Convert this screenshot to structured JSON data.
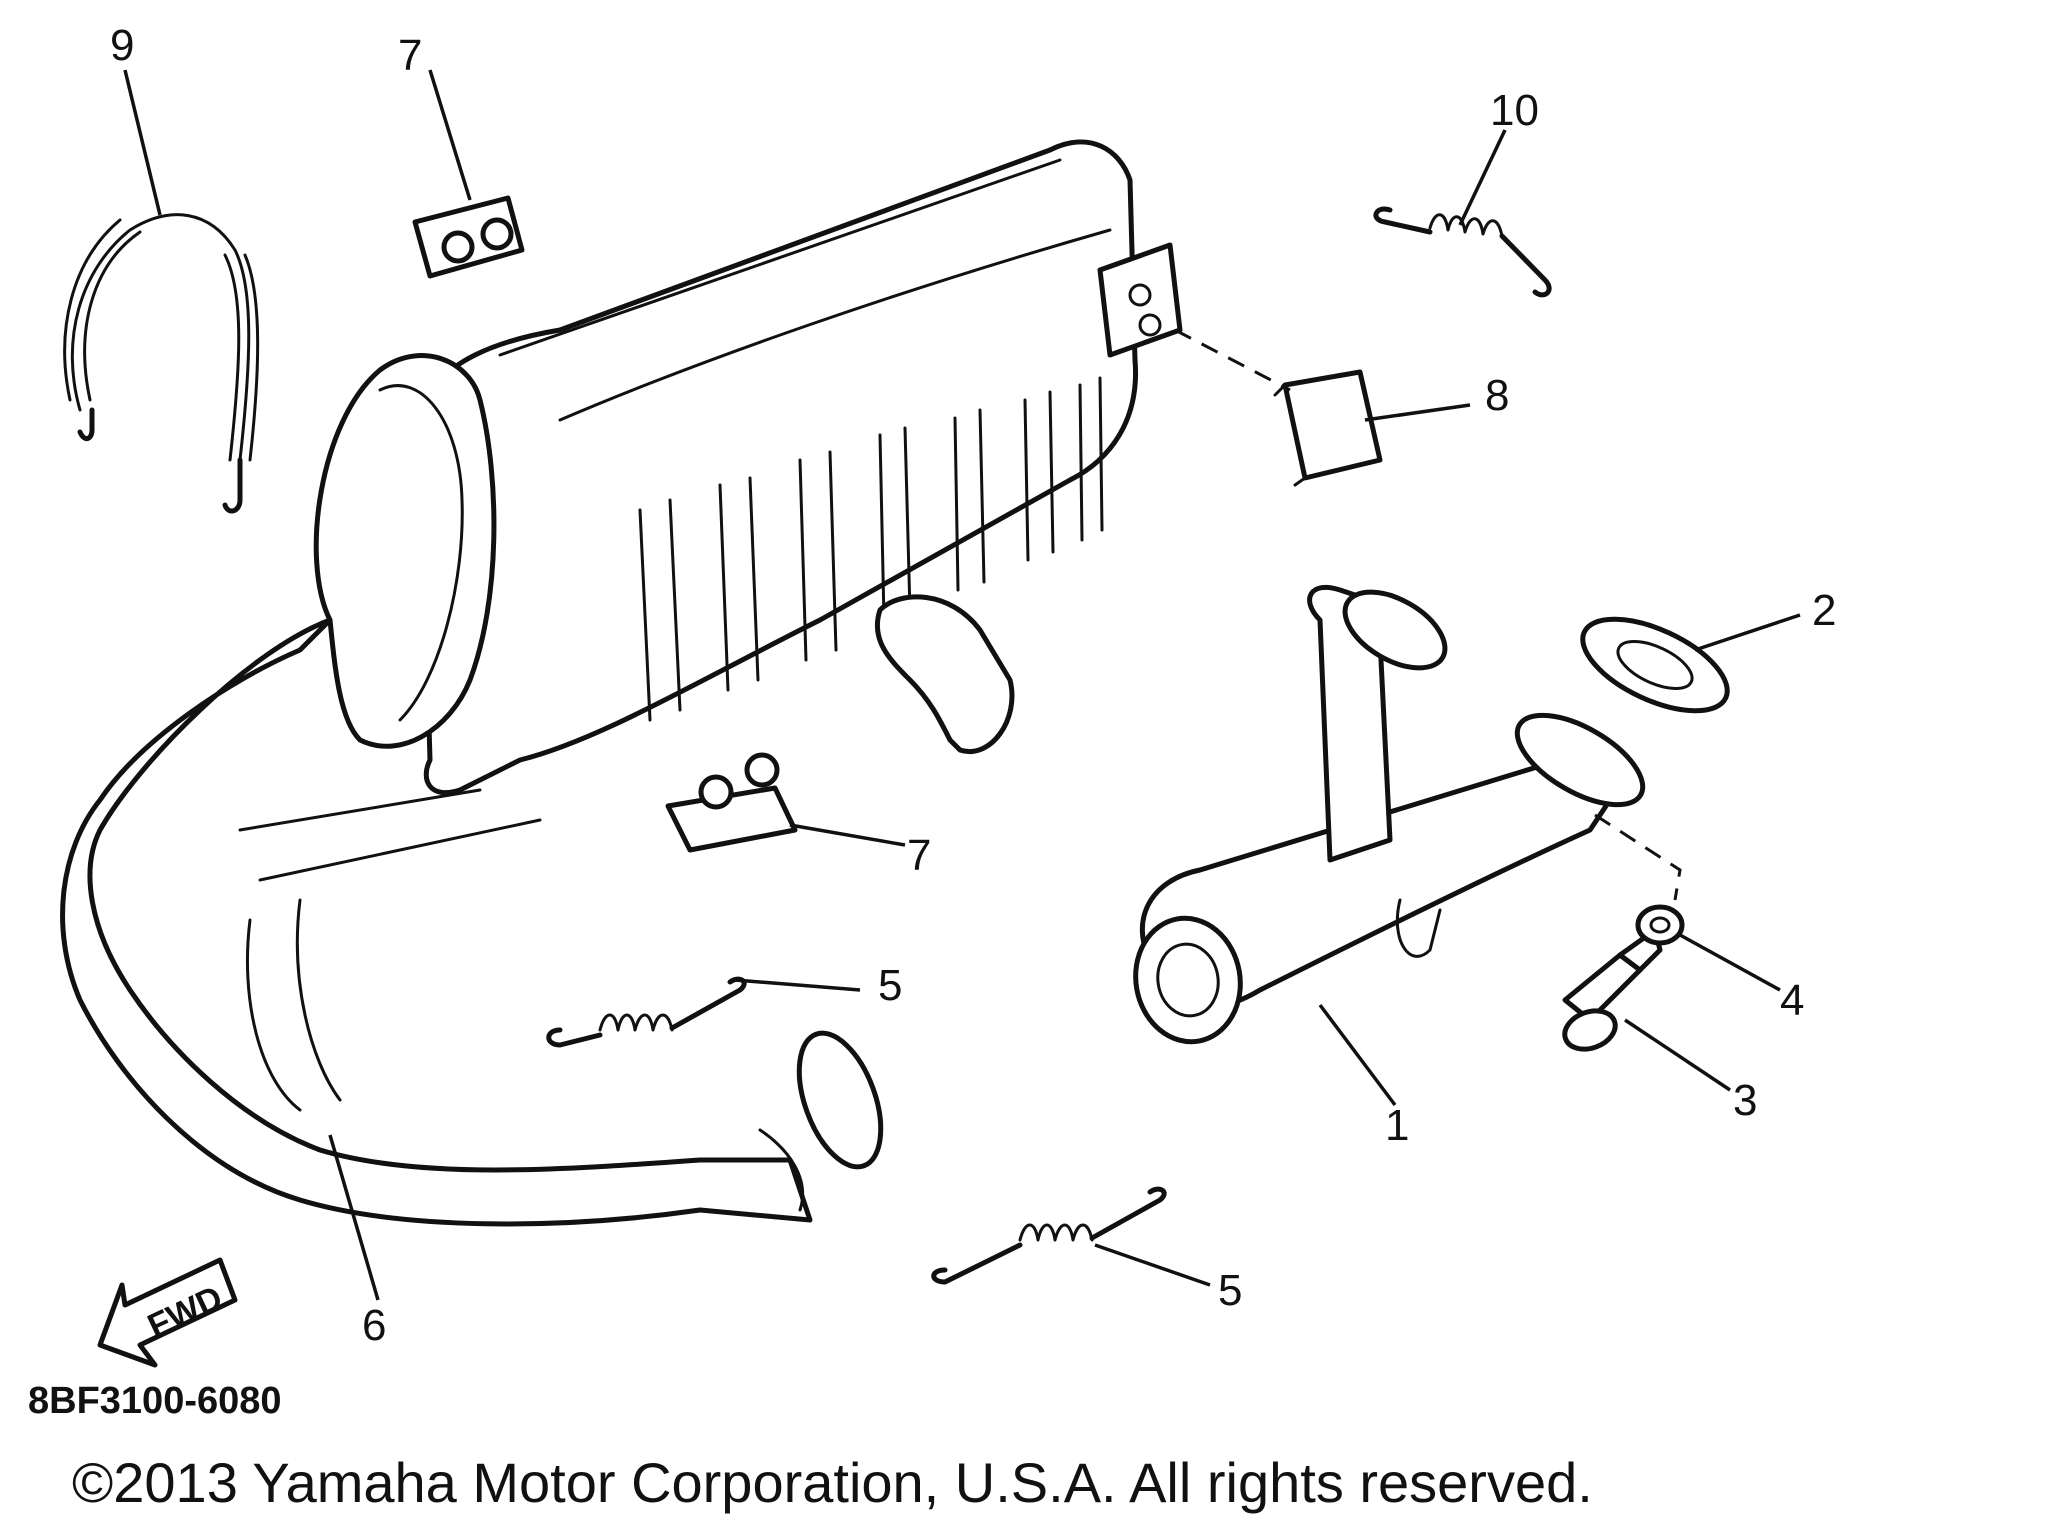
{
  "diagram": {
    "callouts": [
      {
        "id": "c1",
        "label": "1"
      },
      {
        "id": "c2",
        "label": "2"
      },
      {
        "id": "c3",
        "label": "3"
      },
      {
        "id": "c4",
        "label": "4"
      },
      {
        "id": "c5a",
        "label": "5"
      },
      {
        "id": "c5b",
        "label": "5"
      },
      {
        "id": "c6",
        "label": "6"
      },
      {
        "id": "c7a",
        "label": "7"
      },
      {
        "id": "c7b",
        "label": "7"
      },
      {
        "id": "c8",
        "label": "8"
      },
      {
        "id": "c9",
        "label": "9"
      },
      {
        "id": "c10",
        "label": "10"
      }
    ],
    "direction_label": "FWD",
    "part_code": "8BF3100-6080",
    "copyright": "©2013 Yamaha Motor Corporation, U.S.A. All rights reserved."
  }
}
